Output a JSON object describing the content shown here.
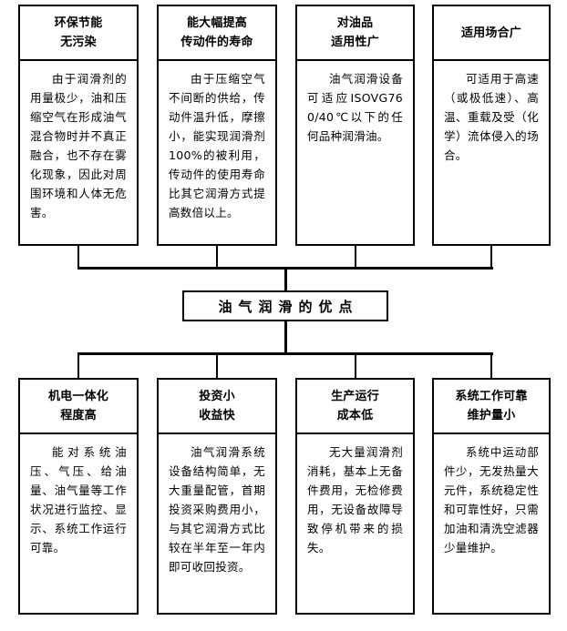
{
  "diagram": {
    "title": "油气润滑的优点",
    "top_nodes": [
      {
        "heading_line1": "环保节能",
        "heading_line2": "无污染",
        "body": "由于润滑剂的用量极少，油和压缩空气在形成油气混合物时并不真正融合，也不存在雾化现象，因此对周围环境和人体无危害。"
      },
      {
        "heading_line1": "能大幅提高",
        "heading_line2": "传动件的寿命",
        "body": "由于压缩空气不间断的供给，传动件温升低，摩擦小，能实现润滑剂100%的被利用，传动件的使用寿命比其它润滑方式提高数倍以上。"
      },
      {
        "heading_line1": "对油品",
        "heading_line2": "适用性广",
        "body": "油气润滑设备可适应ISOVG760/40℃以下的任何品种润滑油。"
      },
      {
        "heading_line1": "适用场合广",
        "heading_line2": "",
        "body": "可适用于高速（或极低速）、高温、重载及受（化学）流体侵入的场合。"
      }
    ],
    "bottom_nodes": [
      {
        "heading_line1": "机电一体化",
        "heading_line2": "程度高",
        "body": "能对系统油压、气压、给油量、油气量等工作状况进行监控、显示、系统工作运行可靠。"
      },
      {
        "heading_line1": "投资小",
        "heading_line2": "收益快",
        "body": "油气润滑系统设备结构简单，无大重量配管，首期投资采购费用小，与其它润滑方式比较在半年至一年内即可收回投资。"
      },
      {
        "heading_line1": "生产运行",
        "heading_line2": "成本低",
        "body": "无大量润滑剂消耗，基本上无备件费用，无检修费用，无设备故障导致停机带来的损失。"
      },
      {
        "heading_line1": "系统工作可靠",
        "heading_line2": "维护量小",
        "body": "系统中运动部件少，无发热量大元件，系统稳定性和可靠性好，只需加油和清洗空滤器少量维护。"
      }
    ],
    "colors": {
      "stroke": "#000000",
      "background": "#ffffff",
      "text": "#000000"
    }
  }
}
